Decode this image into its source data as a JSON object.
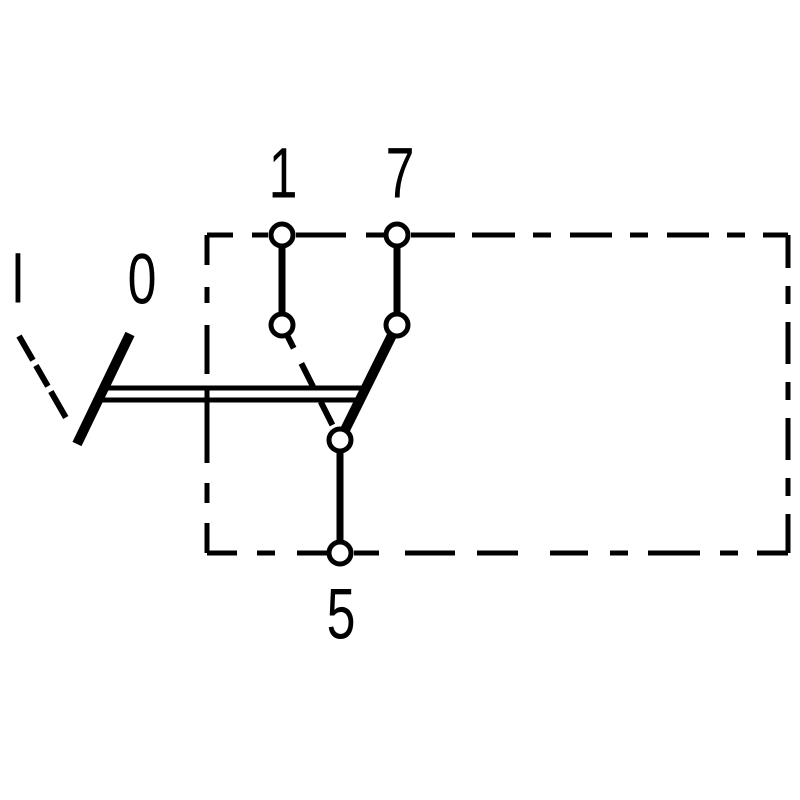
{
  "diagram": {
    "kind": "switch circuit schematic",
    "background_color": "#ffffff",
    "line_color": "#000000",
    "terminals": {
      "t1": "1",
      "t7": "7",
      "t5": "5"
    },
    "positions": {
      "off": "0",
      "on": "I"
    },
    "state": {
      "closed_path": "7-5",
      "open_path_dashed": "1-5"
    }
  }
}
